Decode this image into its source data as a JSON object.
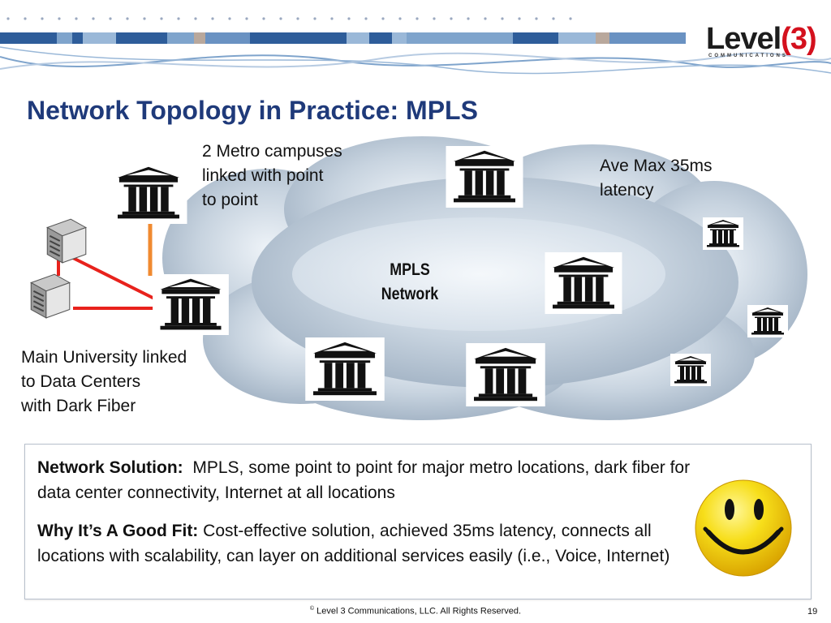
{
  "slide": {
    "title": "Network Topology in Practice: MPLS",
    "logo": "Level(3)",
    "logo_sub": "COMMUNICATIONS"
  },
  "diagram": {
    "metro_label": "2 Metro campuses\nlinked with point\nto point",
    "latency_label": "Ave Max 35ms\nlatency",
    "cloud_label": "MPLS\nNetwork",
    "university_label": "Main University linked\nto Data Centers\nwith Dark Fiber"
  },
  "solution": {
    "network_solution_heading": "Network Solution:",
    "network_solution_text": "MPLS, some point to point for major metro locations, dark fiber for data center connectivity, Internet at all locations",
    "good_fit_heading": "Why It’s A Good Fit:",
    "good_fit_text": "Cost-effective solution, achieved 35ms latency, connects all locations with scalability, can layer on additional services easily (i.e., Voice, Internet)"
  },
  "footer": {
    "copyright_symbol": "©",
    "copyright": "Level 3 Communications, LLC.  All Rights Reserved.",
    "page_number": "19"
  },
  "icons": [
    "building-icon",
    "server-icon",
    "smiley-face-icon",
    "cloud-icon"
  ],
  "colors": {
    "title": "#1f3a7a",
    "fiber_line": "#e8221c",
    "p2p_line": "#f08a30",
    "logo_accent": "#d4111e"
  }
}
